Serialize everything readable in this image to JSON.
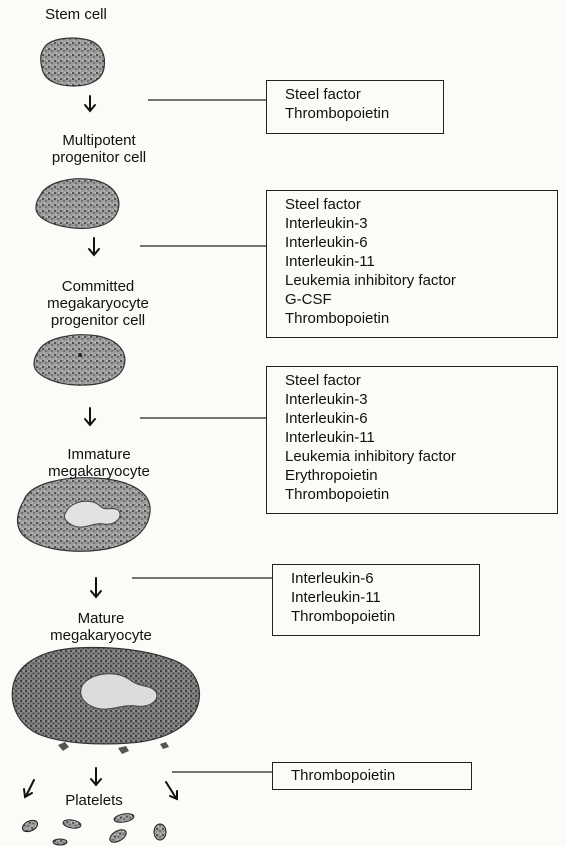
{
  "stages": [
    {
      "id": "stem",
      "lines": [
        "Stem cell"
      ]
    },
    {
      "id": "multipotent",
      "lines": [
        "Multipotent",
        "progenitor cell"
      ]
    },
    {
      "id": "committed",
      "lines": [
        "Committed",
        "megakaryocyte",
        "progenitor cell"
      ]
    },
    {
      "id": "immature",
      "lines": [
        "Immature",
        "megakaryocyte"
      ]
    },
    {
      "id": "mature",
      "lines": [
        "Mature",
        "megakaryocyte"
      ]
    },
    {
      "id": "platelets",
      "lines": [
        "Platelets"
      ]
    }
  ],
  "factor_boxes": [
    {
      "id": "box1",
      "factors": [
        "Steel factor",
        "Thrombopoietin"
      ]
    },
    {
      "id": "box2",
      "factors": [
        "Steel factor",
        "Interleukin-3",
        "Interleukin-6",
        "Interleukin-11",
        "Leukemia inhibitory factor",
        "G-CSF",
        "Thrombopoietin"
      ]
    },
    {
      "id": "box3",
      "factors": [
        "Steel factor",
        "Interleukin-3",
        "Interleukin-6",
        "Interleukin-11",
        "Leukemia inhibitory factor",
        "Erythropoietin",
        "Thrombopoietin"
      ]
    },
    {
      "id": "box4",
      "factors": [
        "Interleukin-6",
        "Interleukin-11",
        "Thrombopoietin"
      ]
    },
    {
      "id": "box5",
      "factors": [
        "Thrombopoietin"
      ]
    }
  ]
}
